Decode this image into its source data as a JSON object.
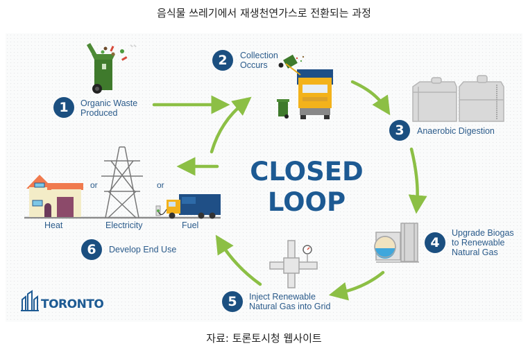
{
  "caption_top": "음식물 쓰레기에서 재생천연가스로 전환되는 과정",
  "caption_bottom": "자료: 토론토시청 웹사이트",
  "center_title": {
    "line1": "CLOSED",
    "line2": "LOOP"
  },
  "colors": {
    "badge": "#1b4f80",
    "label": "#2a5a8a",
    "arrow": "#8cbf45",
    "title": "#1d5a93"
  },
  "steps": [
    {
      "number": "1",
      "label_lines": [
        "Organic Waste",
        "Produced"
      ],
      "icon": "green-compost-bin-icon"
    },
    {
      "number": "2",
      "label_lines": [
        "Collection",
        "Occurs"
      ],
      "icon": "collection-truck-icon"
    },
    {
      "number": "3",
      "label_lines": [
        "Anaerobic Digestion"
      ],
      "icon": "digester-tanks-icon"
    },
    {
      "number": "4",
      "label_lines": [
        "Upgrade Biogas",
        "to Renewable",
        "Natural Gas"
      ],
      "icon": "biogas-upgrade-plant-icon"
    },
    {
      "number": "5",
      "label_lines": [
        "Inject Renewable",
        "Natural Gas into Grid"
      ],
      "icon": "gas-pipe-grid-icon"
    },
    {
      "number": "6",
      "label_lines": [
        "Develop End Use"
      ],
      "icon": "end-use-icon"
    }
  ],
  "end_uses": [
    {
      "label": "Heat",
      "icon": "house-icon"
    },
    {
      "label": "Electricity",
      "icon": "power-tower-icon"
    },
    {
      "label": "Fuel",
      "icon": "fuel-truck-icon"
    }
  ],
  "or_separator": "or",
  "logo": {
    "text": "TORONTO",
    "icon": "toronto-city-hall-icon"
  }
}
